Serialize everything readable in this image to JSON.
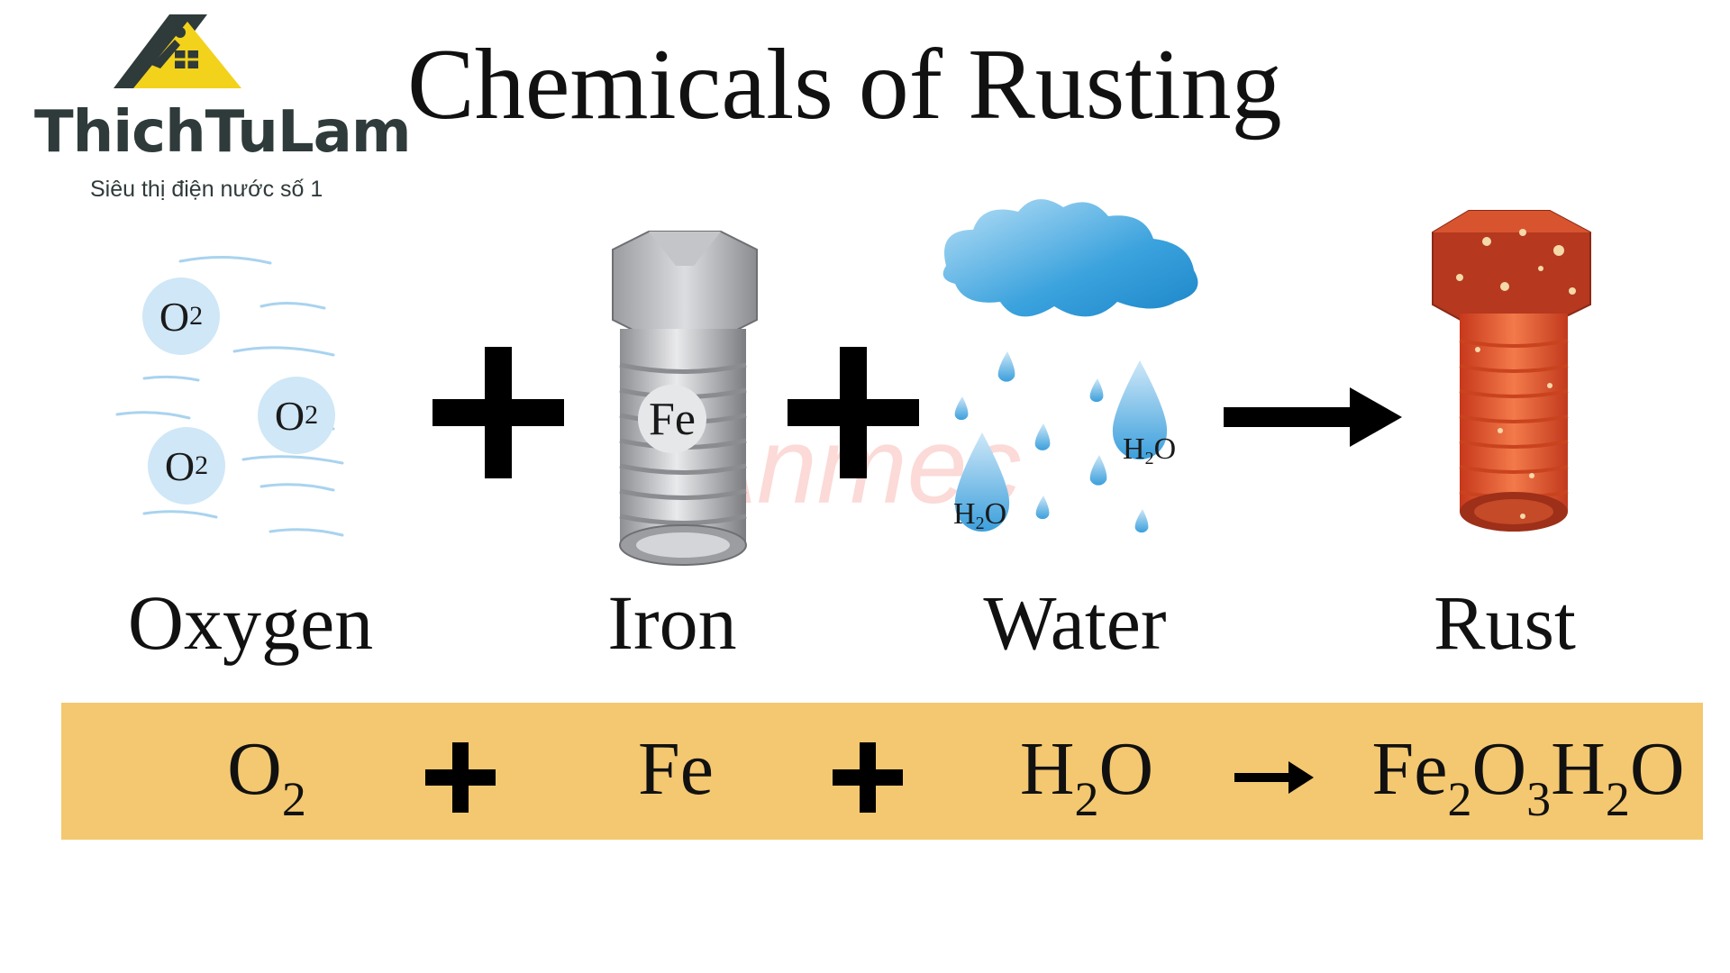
{
  "logo": {
    "name": "ThichTuLam",
    "tagline": "Siêu thị điện nước số 1"
  },
  "title": "Chemicals of Rusting",
  "watermark": "Anmec",
  "oxygen_bubbles": [
    {
      "symbol": "O",
      "sub": "2"
    },
    {
      "symbol": "O",
      "sub": "2"
    },
    {
      "symbol": "O",
      "sub": "2"
    }
  ],
  "iron_label": "Fe",
  "water_drops": [
    {
      "symbol": "H",
      "sub": "2",
      "rest": "O"
    },
    {
      "symbol": "H",
      "sub": "2",
      "rest": "O"
    }
  ],
  "labels": {
    "oxygen": "Oxygen",
    "iron": "Iron",
    "water": "Water",
    "rust": "Rust"
  },
  "equation": {
    "oxygen": {
      "symbol": "O",
      "sub": "2"
    },
    "iron": "Fe",
    "water": {
      "a": "H",
      "a_sub": "2",
      "b": "O"
    },
    "rust": {
      "a": "Fe",
      "a_sub": "2",
      "b": "O",
      "b_sub": "3",
      "c": "H",
      "c_sub": "2",
      "d": "O"
    }
  },
  "colors": {
    "band": "#f4c870",
    "bubble": "#cfe7f7",
    "rust": "#e8532a",
    "cloud": "#3aa2dd"
  }
}
